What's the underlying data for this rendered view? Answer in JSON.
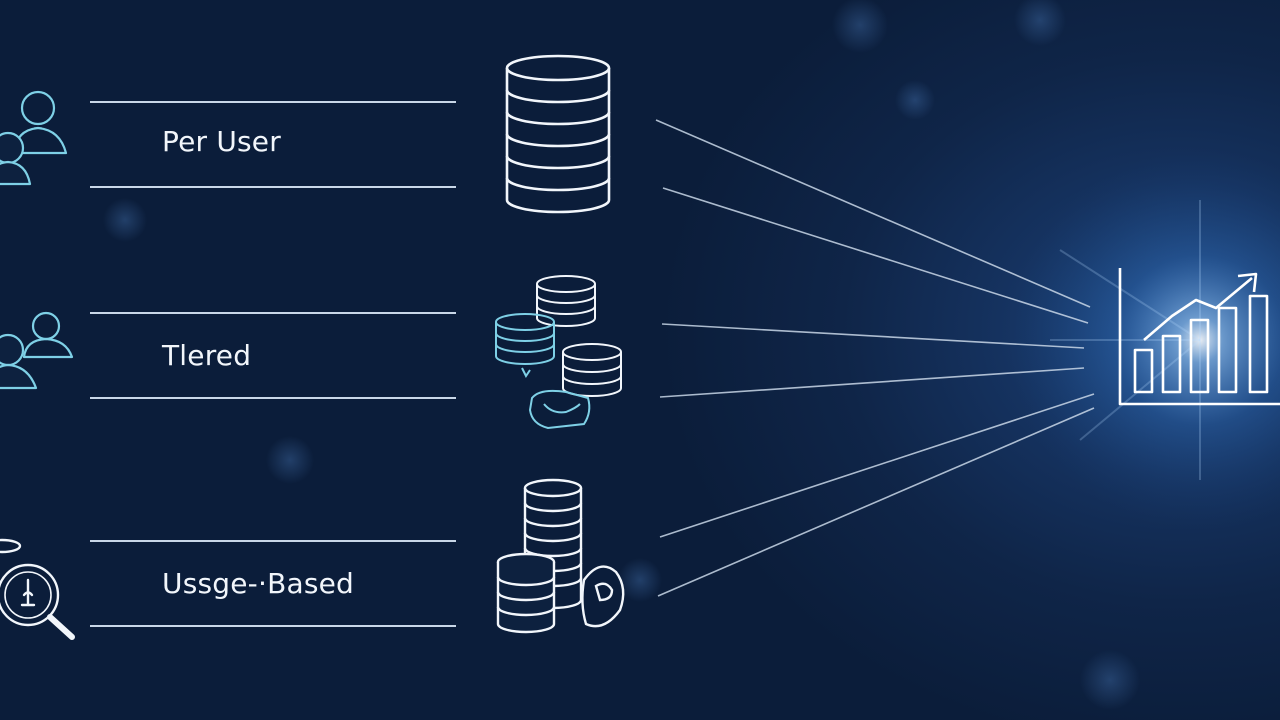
{
  "rows": [
    {
      "label": "Per User",
      "left_icon": "users-icon",
      "stack_icon": "database-stack-icon"
    },
    {
      "label": "Tlered",
      "left_icon": "users-icon",
      "stack_icon": "coin-stacks-icon"
    },
    {
      "label": "Ussge-·Based",
      "left_icon": "magnifier-icon",
      "stack_icon": "coin-stack-lock-icon"
    }
  ],
  "target_icon": "growth-bar-chart-icon",
  "colors": {
    "background": "#0f2548",
    "line": "#c9d7e8",
    "icon": "#f2f6fb",
    "icon_accent": "#7ed0e6",
    "glow": "#6fb6ff"
  }
}
